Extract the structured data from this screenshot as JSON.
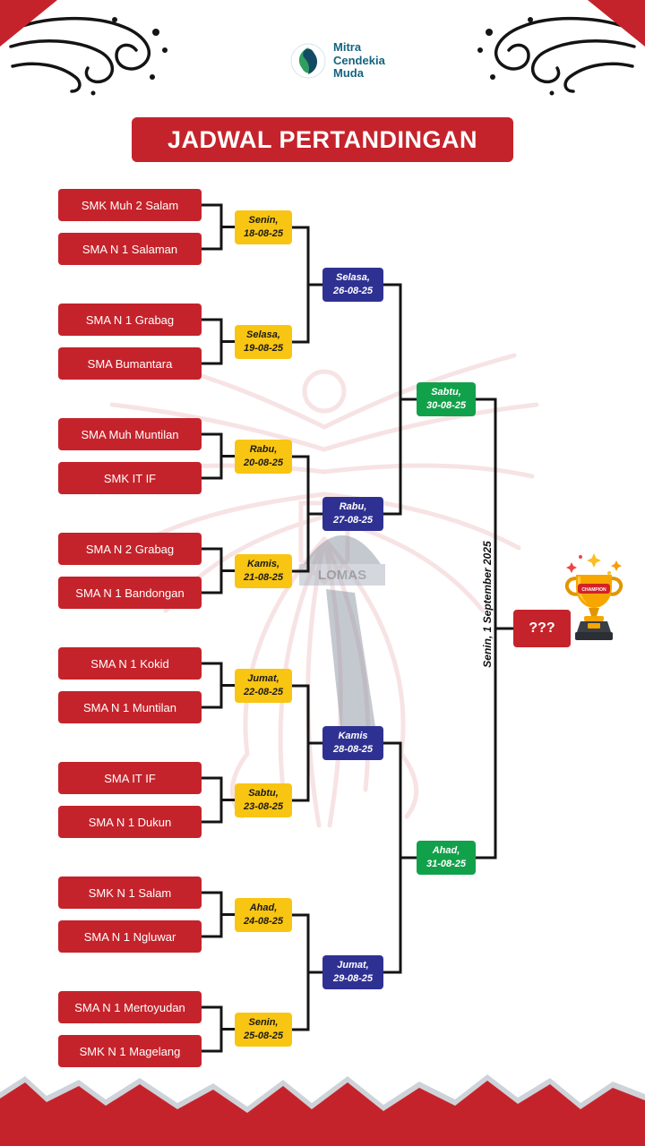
{
  "title": "JADWAL PERTANDINGAN",
  "logo": {
    "lines": [
      "Mitra",
      "Cendekia",
      "Muda"
    ]
  },
  "watermark": {
    "text": "LOMAS"
  },
  "teams": [
    "SMK Muh 2 Salam",
    "SMA N 1 Salaman",
    "SMA N 1 Grabag",
    "SMA Bumantara",
    "SMA Muh Muntilan",
    "SMK IT IF",
    "SMA N 2 Grabag",
    "SMA N 1 Bandongan",
    "SMA N 1 Kokid",
    "SMA N 1 Muntilan",
    "SMA IT IF",
    "SMA N 1 Dukun",
    "SMK N 1 Salam",
    "SMA N 1 Ngluwar",
    "SMA N 1 Mertoyudan",
    "SMK N 1 Magelang"
  ],
  "rounds": {
    "round1": [
      {
        "day": "Senin,",
        "date": "18-08-25"
      },
      {
        "day": "Selasa,",
        "date": "19-08-25"
      },
      {
        "day": "Rabu,",
        "date": "20-08-25"
      },
      {
        "day": "Kamis,",
        "date": "21-08-25"
      },
      {
        "day": "Jumat,",
        "date": "22-08-25"
      },
      {
        "day": "Sabtu,",
        "date": "23-08-25"
      },
      {
        "day": "Ahad,",
        "date": "24-08-25"
      },
      {
        "day": "Senin,",
        "date": "25-08-25"
      }
    ],
    "round2": [
      {
        "day": "Selasa,",
        "date": "26-08-25"
      },
      {
        "day": "Rabu,",
        "date": "27-08-25"
      },
      {
        "day": "Kamis",
        "date": "28-08-25"
      },
      {
        "day": "Jumat,",
        "date": "29-08-25"
      }
    ],
    "semifinal": [
      {
        "day": "Sabtu,",
        "date": "30-08-25"
      },
      {
        "day": "Ahad,",
        "date": "31-08-25"
      }
    ],
    "final": {
      "schedule": "Senin, 1 September 2025",
      "champion": "???",
      "trophy_band": "CHAMPION"
    }
  },
  "colors": {
    "red": "#c5232b",
    "yellow": "#f9c513",
    "navy": "#2f3192",
    "green": "#12a14b",
    "teal": "#14647f",
    "black": "#141414"
  }
}
